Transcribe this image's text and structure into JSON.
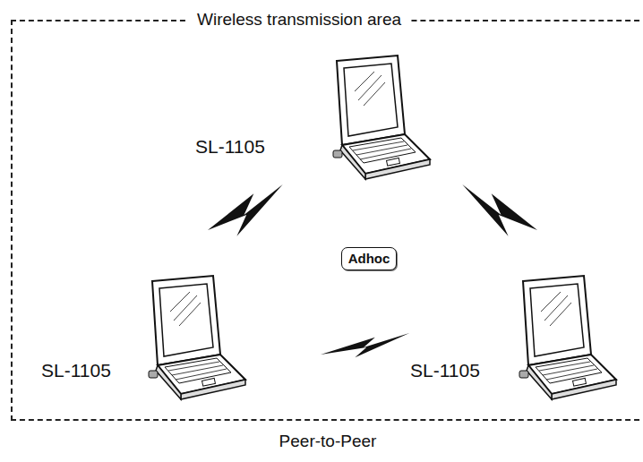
{
  "diagram": {
    "caption": "Peer-to-Peer",
    "nodes": [
      {
        "text": [
          "Wireless transmission area"
        ]
      },
      {
        "text": [
          "Adhoc"
        ],
        "in": 0
      }
    ],
    "labels": [
      "SL-1105",
      "SL-1105",
      "SL-1105"
    ]
  }
}
